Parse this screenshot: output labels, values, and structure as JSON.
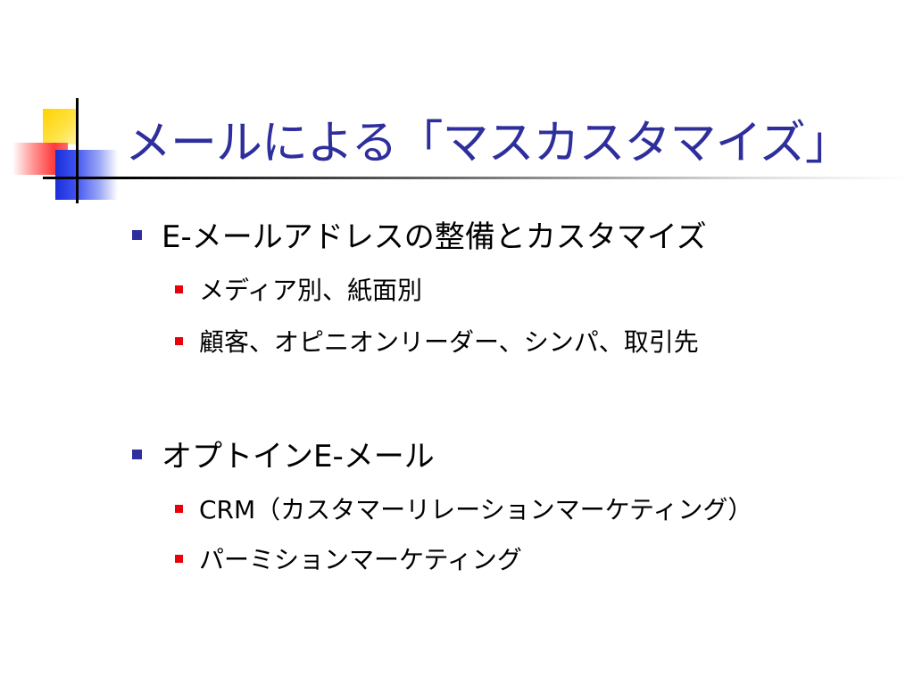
{
  "title": "メールによる「マスカスタマイズ」",
  "bullets": [
    {
      "text": "E-メールアドレスの整備とカスタマイズ",
      "sub": [
        "メディア別、紙面別",
        "顧客、オピニオンリーダー、シンパ、取引先"
      ]
    },
    {
      "text": "オプトインE-メール",
      "sub": [
        "CRM（カスタマーリレーションマーケティング）",
        "パーミションマーケティング"
      ]
    }
  ],
  "colors": {
    "title": "#2e2e9c",
    "level1_marker": "#2e2e9c",
    "level2_marker": "#e8000b"
  }
}
